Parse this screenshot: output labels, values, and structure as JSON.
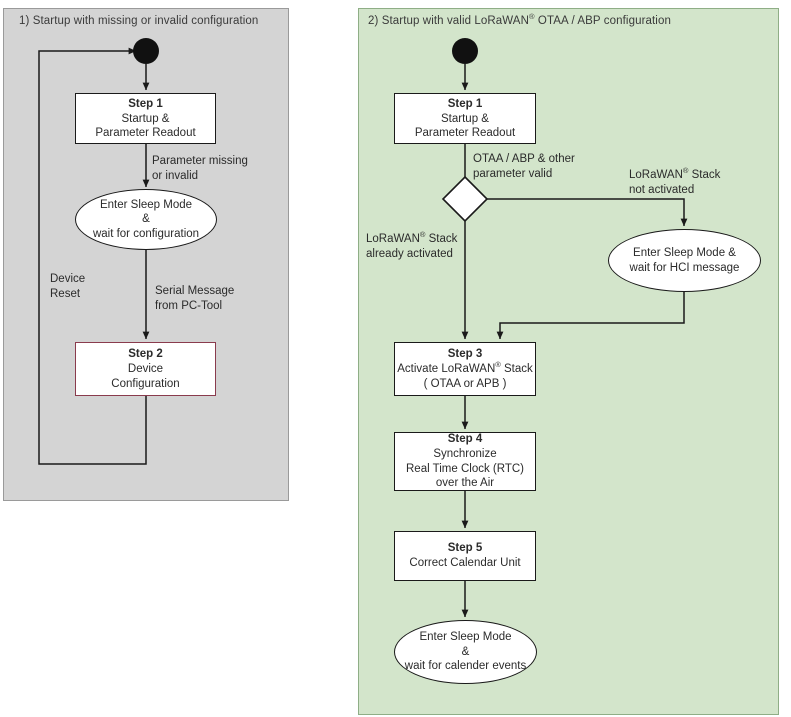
{
  "panels": {
    "left": {
      "title": "1) Startup with missing or invalid configuration",
      "background_color": "#d4d4d4",
      "border_color": "#9a9a9a"
    },
    "right": {
      "title_prefix": "2) Startup with valid LoRaWAN",
      "title_suffix": " OTAA / ABP configuration",
      "title_sup": "®",
      "background_color": "#d3e5cb",
      "border_color": "#8fae86"
    }
  },
  "left_flow": {
    "start_node": "start-dot",
    "step1": {
      "title": "Step 1",
      "line1": "Startup &",
      "line2": "Parameter Readout"
    },
    "label_param_invalid": {
      "line1": "Parameter missing",
      "line2": "or invalid"
    },
    "sleep": {
      "line1": "Enter Sleep Mode",
      "line2": "&",
      "line3": "wait for configuration"
    },
    "label_device_reset": {
      "line1": "Device",
      "line2": "Reset"
    },
    "label_serial_message": {
      "line1": "Serial Message",
      "line2": "from PC-Tool"
    },
    "step2": {
      "title": "Step 2",
      "line1": "Device",
      "line2": "Configuration",
      "border_color": "#8a3b4d"
    }
  },
  "right_flow": {
    "start_node": "start-dot",
    "step1": {
      "title": "Step 1",
      "line1": "Startup &",
      "line2": "Parameter Readout"
    },
    "label_otaa_valid": {
      "line1": "OTAA / ABP & other",
      "line2": "parameter valid"
    },
    "decision": "decision-diamond",
    "label_stack_not_activated": {
      "line1_prefix": "LoRaWAN",
      "line1_sup": "®",
      "line1_suffix": " Stack",
      "line2": "not activated"
    },
    "label_stack_already_activated": {
      "line1_prefix": "LoRaWAN",
      "line1_sup": "®",
      "line1_suffix": " Stack",
      "line2": "already activated"
    },
    "sleep_hci": {
      "line1": "Enter Sleep Mode &",
      "line2": "wait for HCI message"
    },
    "step3": {
      "title": "Step 3",
      "line1_prefix": "Activate LoRaWAN",
      "line1_sup": "®",
      "line1_suffix": " Stack",
      "line2": "( OTAA or APB )"
    },
    "step4": {
      "title": "Step 4",
      "line1": "Synchronize",
      "line2": "Real Time Clock (RTC)",
      "line3": "over the Air"
    },
    "step5": {
      "title": "Step 5",
      "line1": "Correct Calendar Unit"
    },
    "sleep_calendar": {
      "line1": "Enter Sleep Mode",
      "line2": "&",
      "line3": "wait for calender events"
    }
  },
  "style": {
    "stroke_color": "#1a1a1a",
    "node_fill": "#ffffff",
    "text_color": "#2b2b2b"
  }
}
